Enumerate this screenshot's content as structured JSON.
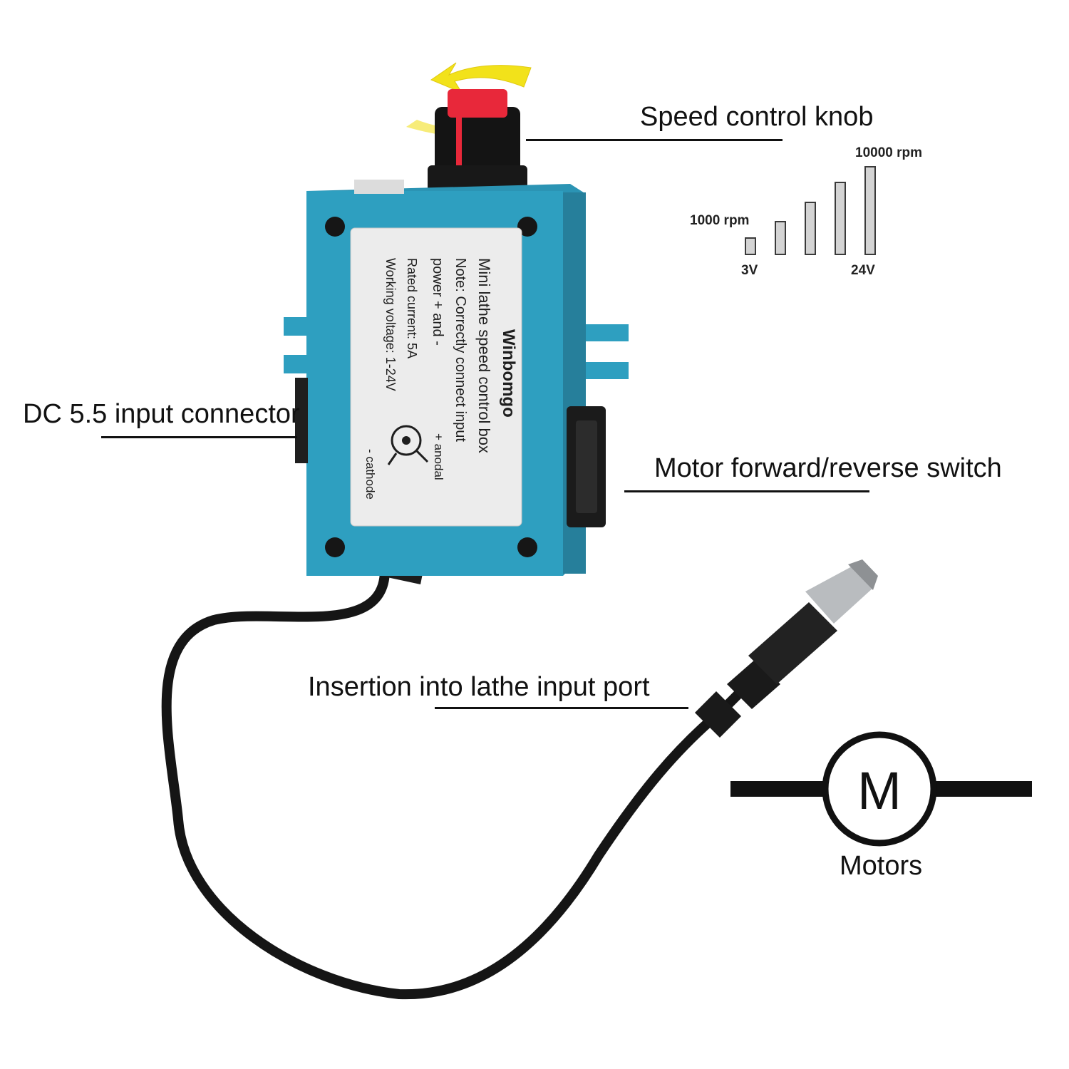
{
  "callouts": {
    "knob": "Speed control knob",
    "dc_input": "DC 5.5 input connector",
    "switch": "Motor forward/reverse switch",
    "insertion": "Insertion into lathe input port"
  },
  "speed_scale": {
    "min_rpm": "1000 rpm",
    "max_rpm": "10000 rpm",
    "min_voltage": "3V",
    "max_voltage": "24V",
    "levels": [
      0.2,
      0.38,
      0.6,
      0.82,
      1.0
    ]
  },
  "box_label": {
    "brand": "Winbomgo",
    "title": "Mini lathe speed control box",
    "note": "Note: Correctly connect input",
    "note2": "power + and -",
    "current": "Rated current: 5A",
    "voltage": "Working voltage: 1-24V",
    "anode": "+ anodal",
    "cathode": "- cathode"
  },
  "motor": {
    "symbol": "M",
    "caption": "Motors"
  },
  "colors": {
    "box": "#2e9fc0",
    "arrow": "#f2e21a",
    "knob_cap": "#e8283a",
    "cable": "#151515"
  }
}
